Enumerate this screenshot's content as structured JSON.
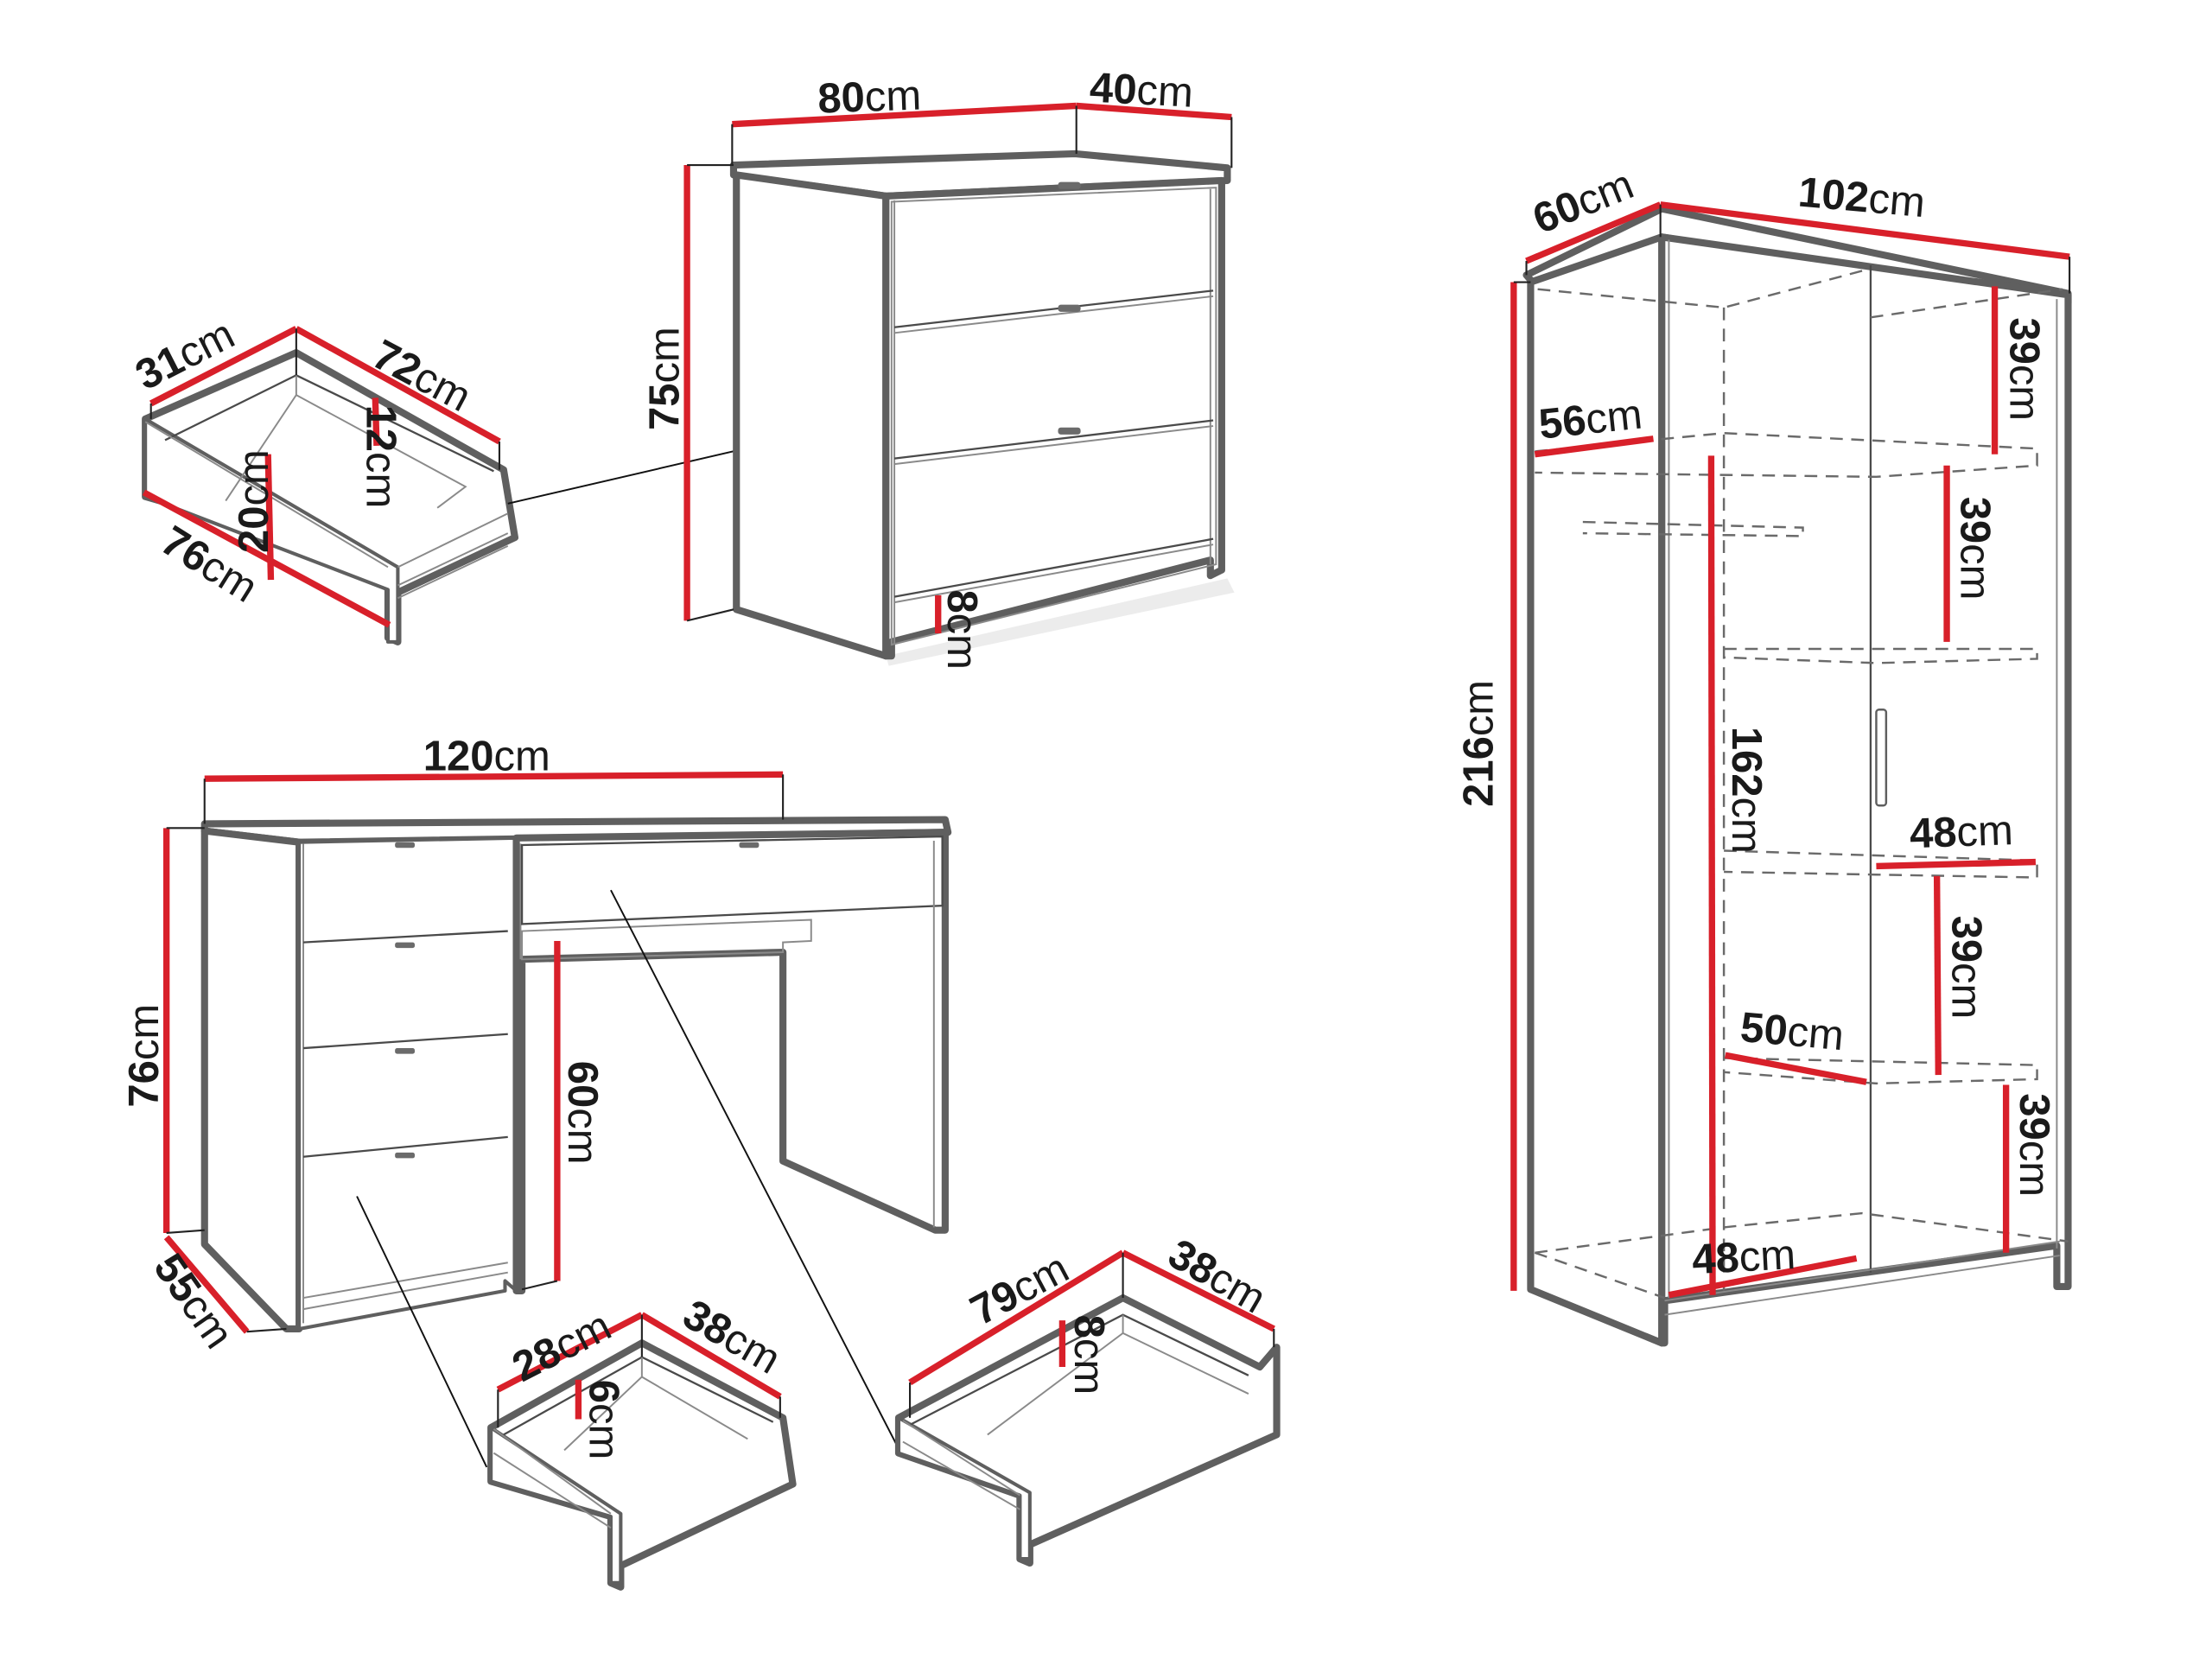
{
  "diagram": {
    "title": "Bedroom furniture set dimensions",
    "colors": {
      "dimension_line": "#d8202a",
      "outline": "#5f5f5f",
      "text": "#1a1a1a",
      "background": "#ffffff"
    },
    "unit": "cm",
    "items": {
      "dresser": {
        "name": "3-drawer chest",
        "width": {
          "num": "80",
          "unit": "cm"
        },
        "depth": {
          "num": "40",
          "unit": "cm"
        },
        "height": {
          "num": "75",
          "unit": "cm"
        },
        "plinth": {
          "num": "8",
          "unit": "cm"
        },
        "drawer_count": 3
      },
      "dresser_drawer": {
        "name": "Chest drawer (detail)",
        "depth": {
          "num": "31",
          "unit": "cm"
        },
        "inner_width": {
          "num": "72",
          "unit": "cm"
        },
        "inner_height": {
          "num": "12",
          "unit": "cm"
        },
        "front_height": {
          "num": "20",
          "unit": "cm"
        },
        "front_width": {
          "num": "76",
          "unit": "cm"
        }
      },
      "desk": {
        "name": "Desk with drawers",
        "width": {
          "num": "120",
          "unit": "cm"
        },
        "height": {
          "num": "76",
          "unit": "cm"
        },
        "depth": {
          "num": "55",
          "unit": "cm"
        },
        "knee_clearance": {
          "num": "60",
          "unit": "cm"
        },
        "drawer_count": 5
      },
      "desk_small_drawer": {
        "name": "Desk side drawer (detail)",
        "width": {
          "num": "28",
          "unit": "cm"
        },
        "depth": {
          "num": "38",
          "unit": "cm"
        },
        "height": {
          "num": "6",
          "unit": "cm"
        }
      },
      "desk_wide_drawer": {
        "name": "Desk top drawer (detail)",
        "width": {
          "num": "79",
          "unit": "cm"
        },
        "depth": {
          "num": "38",
          "unit": "cm"
        },
        "height": {
          "num": "8",
          "unit": "cm"
        }
      },
      "wardrobe": {
        "name": "2-door wardrobe",
        "depth": {
          "num": "60",
          "unit": "cm"
        },
        "width": {
          "num": "102",
          "unit": "cm"
        },
        "height": {
          "num": "216",
          "unit": "cm"
        },
        "top_shelf_depth": {
          "num": "56",
          "unit": "cm"
        },
        "hanging_height": {
          "num": "162",
          "unit": "cm"
        },
        "bottom_width_left": {
          "num": "48",
          "unit": "cm"
        },
        "shelf_width_right": {
          "num": "48",
          "unit": "cm"
        },
        "shelf_width_mid": {
          "num": "50",
          "unit": "cm"
        },
        "shelf_gap_1": {
          "num": "39",
          "unit": "cm"
        },
        "shelf_gap_2": {
          "num": "39",
          "unit": "cm"
        },
        "shelf_gap_3": {
          "num": "39",
          "unit": "cm"
        },
        "shelf_gap_4": {
          "num": "39",
          "unit": "cm"
        }
      }
    }
  }
}
